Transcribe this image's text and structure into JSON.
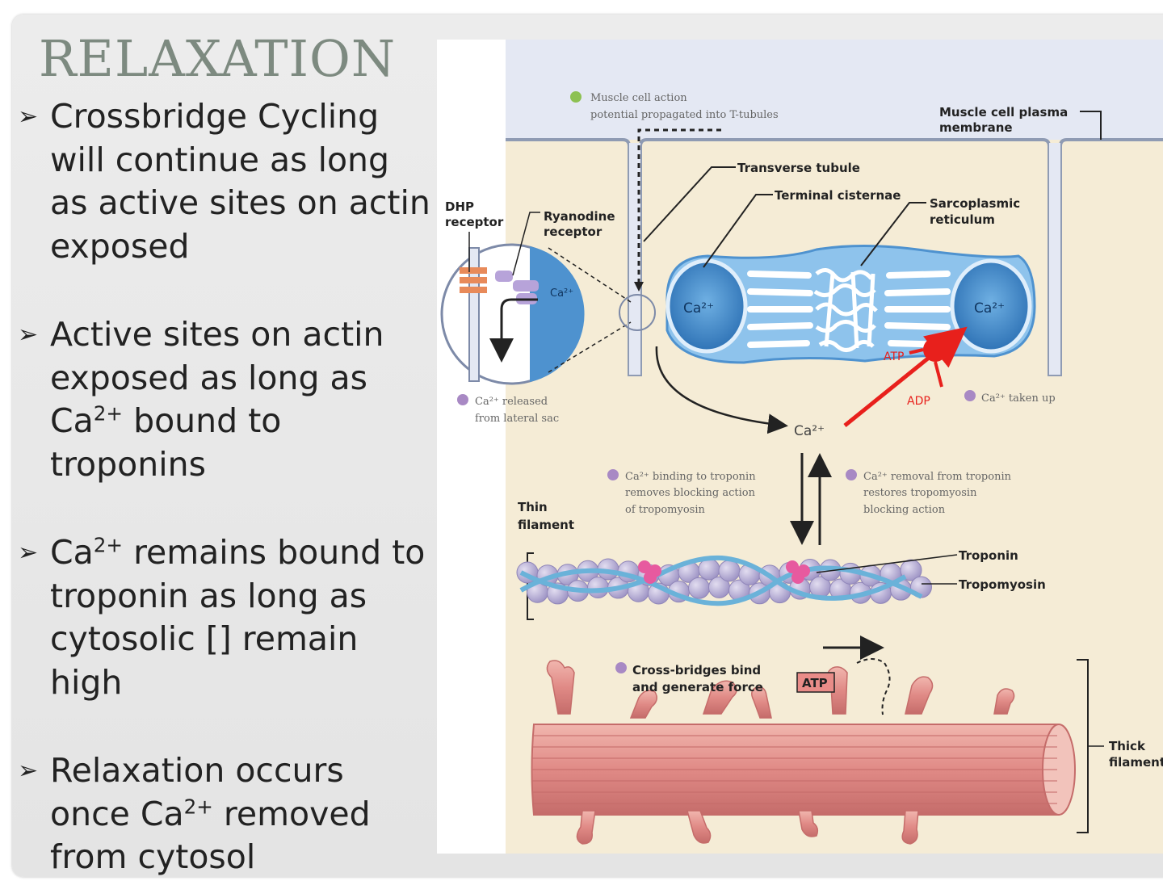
{
  "slide": {
    "title": "RELAXATION",
    "bullets": [
      {
        "before": "Crossbridge Cycling will continue as long as active sites on actin exposed",
        "sup": "",
        "after": ""
      },
      {
        "before": "Active sites on actin exposed as long as Ca",
        "sup": "2+",
        "after": " bound to troponins"
      },
      {
        "before": "Ca",
        "sup": "2+",
        "after": " remains bound to troponin as long as cytosolic [] remain high"
      },
      {
        "before": "Relaxation occurs once Ca",
        "sup": "2+",
        "after": " removed from cytosol"
      }
    ]
  },
  "figure": {
    "labels": {
      "step1_line1": "Muscle cell action",
      "step1_line2": "potential propagated into T-tubules",
      "plasma_membrane_line1": "Muscle cell plasma",
      "plasma_membrane_line2": "membrane",
      "transverse_tubule": "Transverse tubule",
      "terminal_cisternae": "Terminal cisternae",
      "sarcoplasmic_line1": "Sarcoplasmic",
      "sarcoplasmic_line2": "reticulum",
      "dhp_line1": "DHP",
      "dhp_line2": "receptor",
      "ryanodine_line1": "Ryanodine",
      "ryanodine_line2": "receptor",
      "ca_inset": "Ca²⁺",
      "ca_left": "Ca²⁺",
      "ca_right": "Ca²⁺",
      "atp_pump": "ATP",
      "adp_pump": "ADP",
      "ca_taken_up": "Ca²⁺ taken up",
      "ca_released_line1": "Ca²⁺ released",
      "ca_released_line2": "from lateral sac",
      "ca_cytosol": "Ca²⁺",
      "binding_line1": "Ca²⁺ binding to troponin",
      "binding_line2": "removes blocking action",
      "binding_line3": "of tropomyosin",
      "removal_line1": "Ca²⁺ removal from troponin",
      "removal_line2": "restores tropomyosin",
      "removal_line3": "blocking action",
      "thin_line1": "Thin",
      "thin_line2": "filament",
      "troponin": "Troponin",
      "tropomyosin": "Tropomyosin",
      "crossbridge_line1": "Cross-bridges bind",
      "crossbridge_line2": "and generate force",
      "atp_box": "ATP",
      "thick_line1": "Thick",
      "thick_line2": "filament"
    },
    "colors": {
      "cytosol": "#f5ecd6",
      "extracellular": "#e4e8f3",
      "sr_blue": "#4e92cf",
      "pump_red": "#e8201c",
      "step_green": "#8dc152",
      "step_purple": "#a889c4",
      "actin_purple": "#b7afd3",
      "troponin_pink": "#e75a9f",
      "tropomyosin_blue": "#6ab2d9",
      "myosin_pink": "#e08a86"
    }
  }
}
